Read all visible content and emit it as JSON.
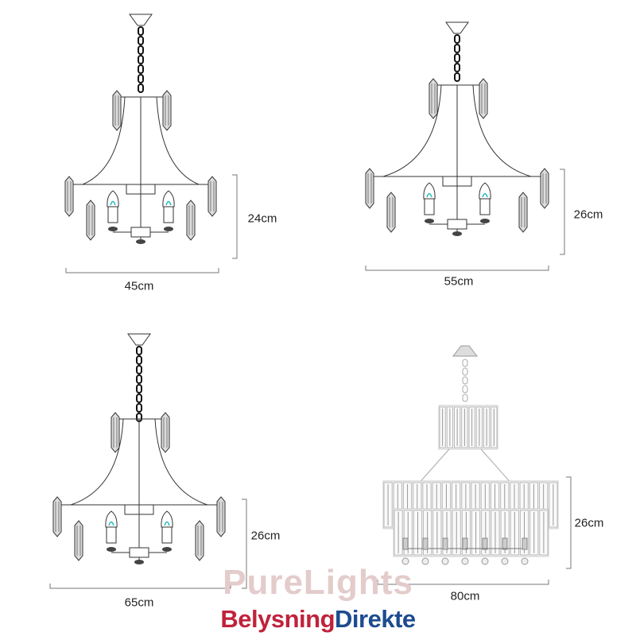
{
  "products": [
    {
      "name": "chandelier-3-light",
      "height_label": "24cm",
      "width_label": "45cm"
    },
    {
      "name": "chandelier-3-light-large",
      "height_label": "26cm",
      "width_label": "55cm"
    },
    {
      "name": "chandelier-3-light-xl",
      "height_label": "26cm",
      "width_label": "65cm"
    },
    {
      "name": "crystal-chandelier",
      "height_label": "26cm",
      "width_label": "80cm"
    }
  ],
  "logo": {
    "watermark": "PureLights",
    "brand_part1": "Belysning",
    "brand_part2": "Direkte",
    "colors": {
      "part1": "#c0223b",
      "part2": "#1d4b8f"
    }
  }
}
